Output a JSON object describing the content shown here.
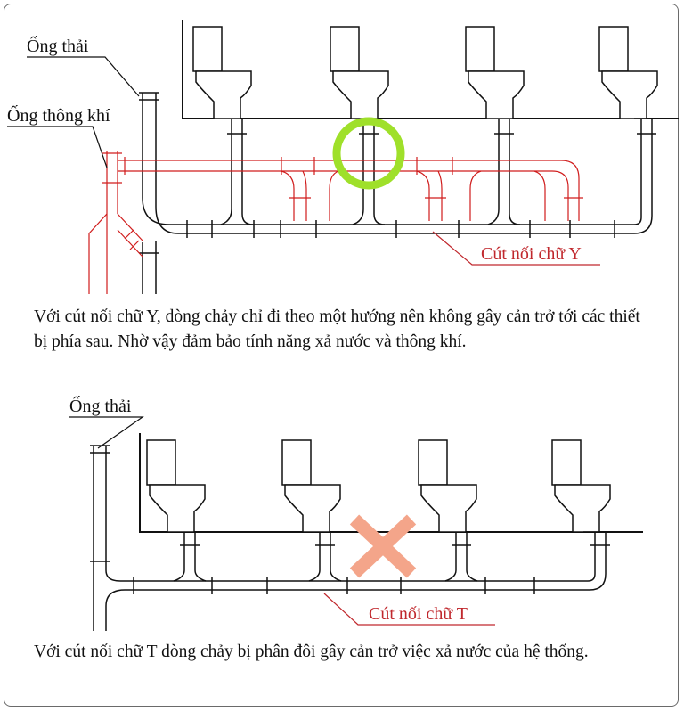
{
  "top_diagram": {
    "label_waste_pipe": "Ống thải",
    "label_vent_pipe": "Ống thông khí",
    "label_fitting": "Cút nối chữ Y",
    "caption": "Với cút nối chữ Y, dòng chảy chỉ đi theo một hướng nên không gây cản trở tới các thiết bị phía sau. Nhờ vậy đảm bảo tính năng xả nước và thông khí."
  },
  "bottom_diagram": {
    "label_waste_pipe": "Ống thải",
    "label_fitting": "Cút nối chữ T",
    "caption": "Với cút nối chữ T dòng chảy bị phân đôi gây cản trở việc xả nước của hệ thống."
  },
  "colors": {
    "pipe": "#111111",
    "vent": "#d01c1c",
    "label_red": "#c0282d",
    "highlight_ring": "#9fe02a",
    "cross": "#f4a58a"
  }
}
